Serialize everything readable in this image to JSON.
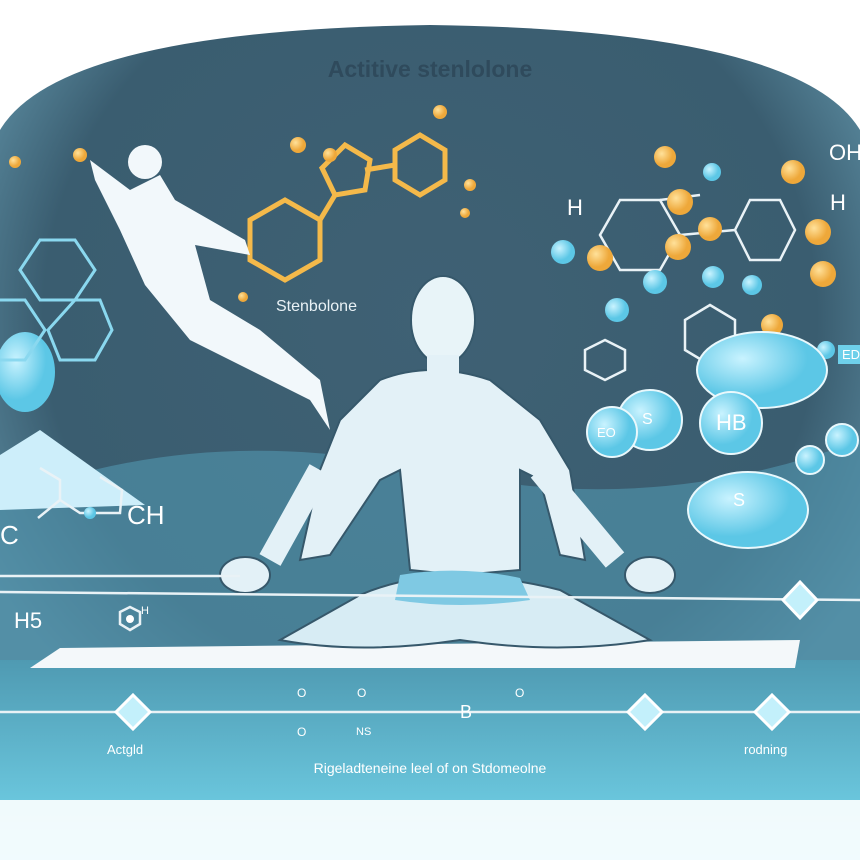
{
  "title": "Actitive stenlolone",
  "molecule_label": "Stenbolone",
  "left_formula": {
    "c": "C",
    "ch": "CH",
    "h5": "H5",
    "h": "H"
  },
  "right_formula": {
    "h": "H",
    "oh": "OH",
    "h2": "H",
    "ed": "ED"
  },
  "spheres": {
    "eo": "EO",
    "s1": "S",
    "hb": "HB",
    "s2": "S"
  },
  "chain": {
    "o1": "O",
    "o2": "O",
    "o3": "O",
    "ns": "NS",
    "b": "B",
    "o4": "O"
  },
  "bottom": {
    "left_label": "Actgld",
    "right_label": "rodning",
    "caption": "Rigeladteneine leel of on Stdomeolne"
  },
  "colors": {
    "background_dark": "#3d5f72",
    "accent_cyan": "#7fd6ec",
    "accent_gold": "#f4b94a",
    "floor": "#6cc9e0"
  }
}
